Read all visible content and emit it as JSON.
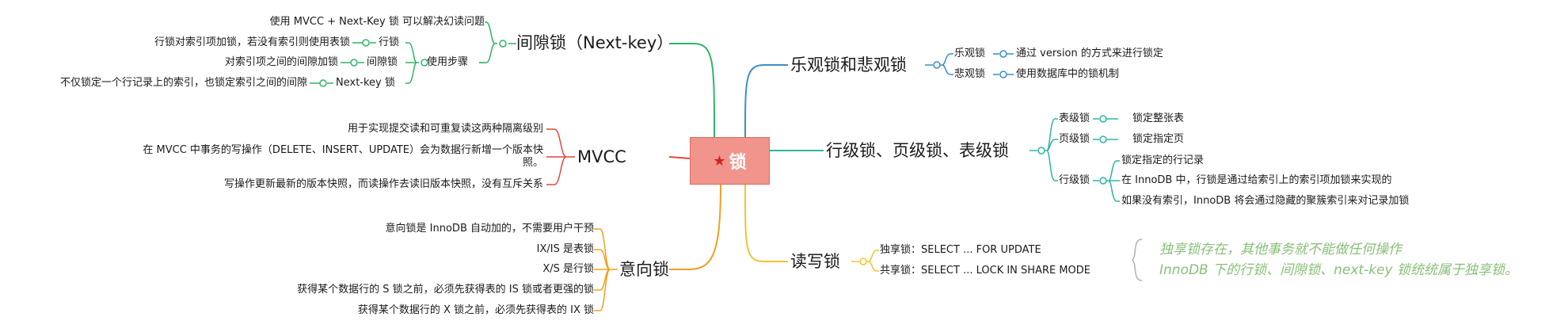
{
  "root": {
    "label": "锁",
    "icon": "star-icon"
  },
  "branches": {
    "gap": {
      "title": "间隙锁（Next-key）",
      "desc": "使用 MVCC + Next-Key 锁 可以解决幻读问题",
      "usage": "使用步骤",
      "steps": [
        {
          "name": "行锁",
          "desc": "行锁对索引项加锁，若没有索引则使用表锁"
        },
        {
          "name": "间隙锁",
          "desc": "对索引项之间的间隙加锁"
        },
        {
          "name": "Next-key 锁",
          "desc": "不仅锁定一个行记录上的索引，也锁定索引之间的间隙"
        }
      ]
    },
    "mvcc": {
      "title": "MVCC",
      "items": [
        "用于实现提交读和可重复读这两种隔离级别",
        "在 MVCC 中事务的写操作（DELETE、INSERT、UPDATE）会为数据行新增一个版本快照。",
        "写操作更新最新的版本快照，而读操作去读旧版本快照，没有互斥关系"
      ]
    },
    "intent": {
      "title": "意向锁",
      "items": [
        "意向锁是 InnoDB 自动加的，不需要用户干预",
        "IX/IS 是表锁",
        "X/S 是行锁",
        "获得某个数据行的 S 锁之前，必须先获得表的 IS 锁或者更强的锁",
        "获得某个数据行的 X 锁之前，必须先获得表的 IX 锁"
      ]
    },
    "optimistic": {
      "title": "乐观锁和悲观锁",
      "items": [
        {
          "name": "乐观锁",
          "desc": "通过 version 的方式来进行锁定"
        },
        {
          "name": "悲观锁",
          "desc": "使用数据库中的锁机制"
        }
      ]
    },
    "granularity": {
      "title": "行级锁、页级锁、表级锁",
      "items": [
        {
          "name": "表级锁",
          "descs": [
            "锁定整张表"
          ]
        },
        {
          "name": "页级锁",
          "descs": [
            "锁定指定页"
          ]
        },
        {
          "name": "行级锁",
          "descs": [
            "锁定指定的行记录",
            "在 InnoDB 中，行锁是通过给索引上的索引项加锁来实现的",
            "如果没有索引，InnoDB 将会通过隐藏的聚簇索引来对记录加锁"
          ]
        }
      ]
    },
    "rw": {
      "title": "读写锁",
      "items": [
        "独享锁：SELECT ... FOR UPDATE",
        "共享锁：SELECT ... LOCK IN SHARE MODE"
      ],
      "note": [
        "独享锁存在，其他事务就不能做任何操作",
        "InnoDB 下的行锁、间隙锁、next-key 锁统统属于独享锁。"
      ]
    }
  },
  "colors": {
    "gap": "#2fb567",
    "mvcc": "#e0493c",
    "intent": "#f0a020",
    "optimistic": "#3a8fc4",
    "granularity": "#2eb5a0",
    "rw": "#f2c230",
    "note": "#88c078"
  }
}
